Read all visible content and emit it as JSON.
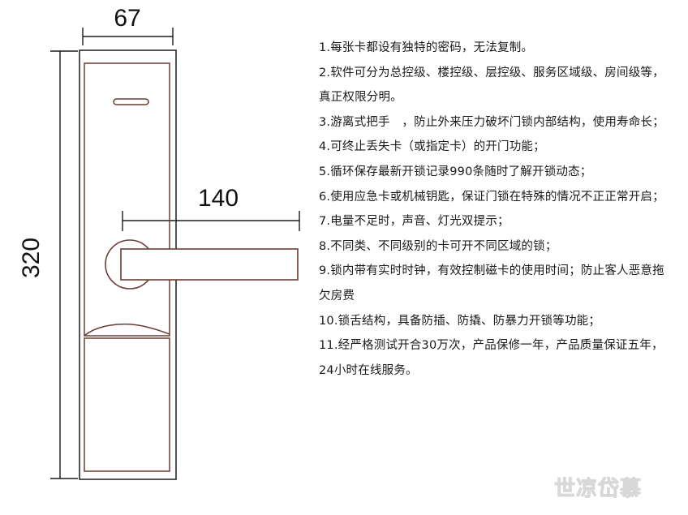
{
  "dimensions": {
    "width": "67",
    "height": "320",
    "handle_length": "140"
  },
  "features": [
    "1.每张卡都设有独特的密码，无法复制。",
    "2.软件可分为总控级、楼控级、层控级、服务区域级、房间级等，真正权限分明。",
    "3.游离式把手　，防止外来压力破坏门锁内部结构，使用寿命长；",
    "4.可终止丢失卡（或指定卡）的开门功能；",
    "5.循环保存最新开锁记录990条随时了解开锁动态；",
    "6.使用应急卡或机械钥匙，保证门锁在特殊的情况不正正常开启；",
    "7.电量不足时，声音、灯光双提示；",
    "8.不同类、不同级别的卡可开不同区域的锁；",
    "9.锁内带有实时时钟，有效控制磁卡的使用时间；防止客人恶意拖欠房费",
    "10.锁舌结构，具备防插、防撬、防暴力开锁等功能；",
    "11.经严格测试开合30万次，产品保修一年，产品质量保证五年，24小时在线服务。"
  ],
  "watermark": "世凉岱慕",
  "colors": {
    "line": "#1a1a1a",
    "lock_outline": "#6b3d35",
    "watermark": "#e4e4e4"
  }
}
